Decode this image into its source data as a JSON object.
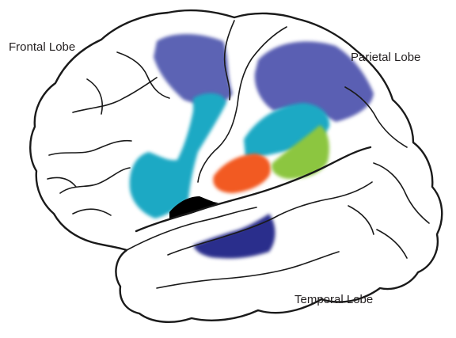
{
  "labels": {
    "frontal": "Frontal Lobe",
    "parietal": "Parietal Lobe",
    "temporal": "Temporal Lobe"
  },
  "region_colors": {
    "frontal_blue": "#5c64b4",
    "parietal_blue": "#5a5fb3",
    "cyan": "#1aa9c4",
    "orange": "#f25a24",
    "green": "#8cc63f",
    "temporal_navy": "#2b2f8c",
    "insula_black": "#000000"
  }
}
